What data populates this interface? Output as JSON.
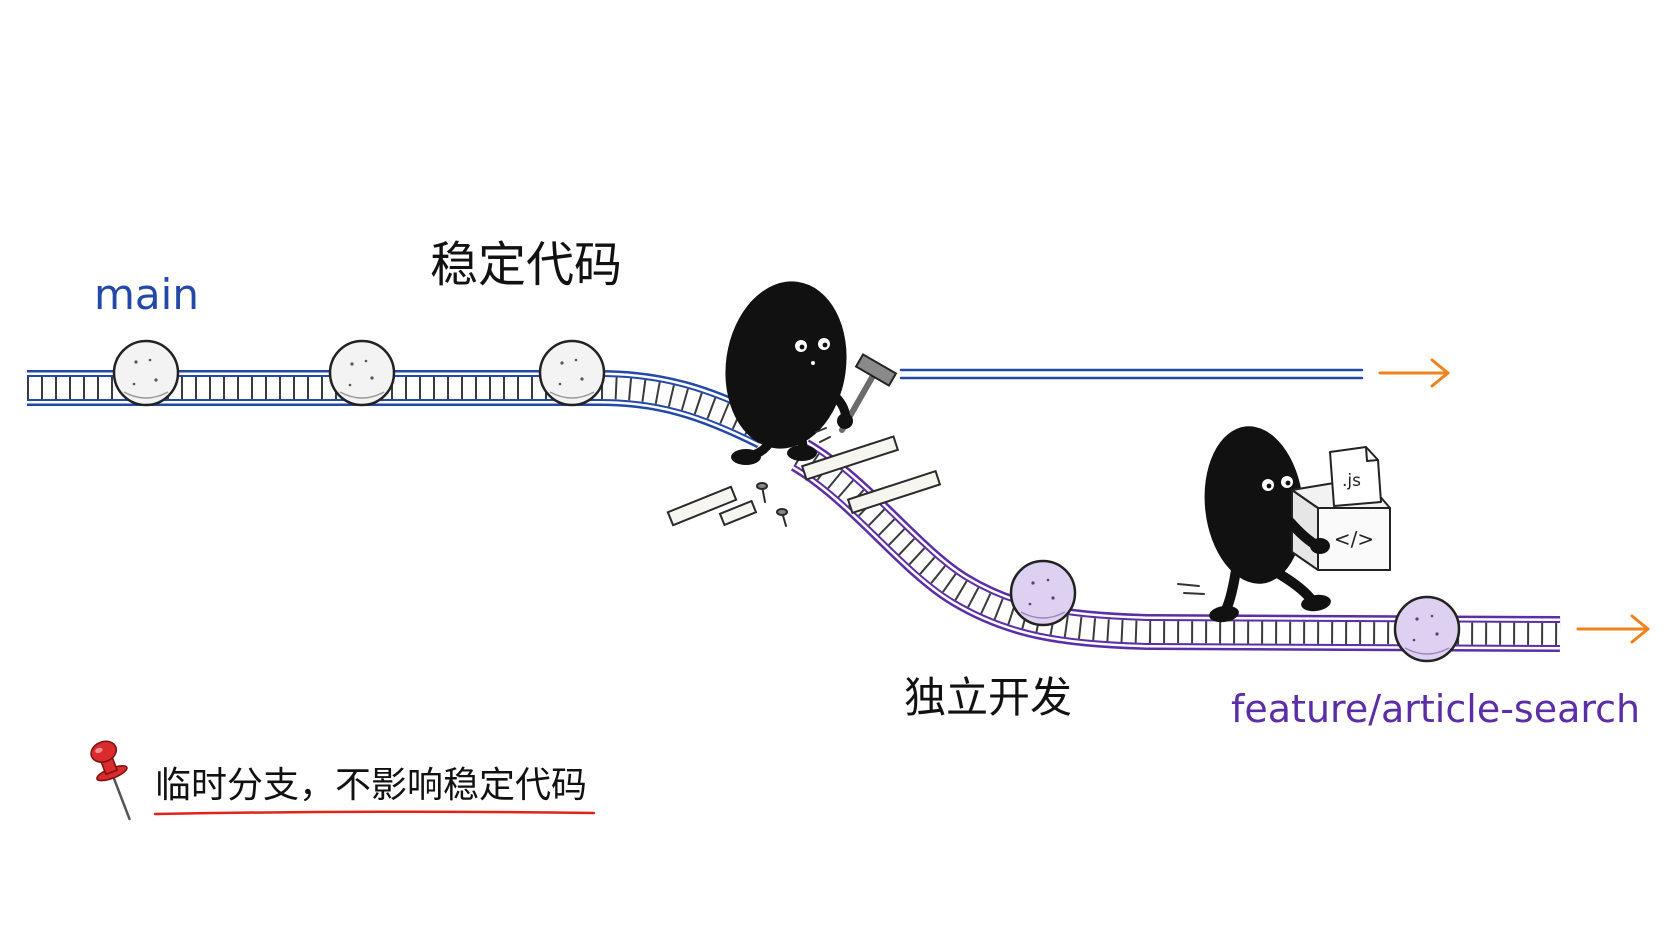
{
  "labels": {
    "main_branch": "main",
    "feature_branch": "feature/article-search",
    "stable_code": "稳定代码",
    "independent_dev": "独立开发"
  },
  "note": {
    "text": "临时分支，不影响稳定代码"
  },
  "box": {
    "file_label": ".js",
    "code_label": "</>"
  },
  "colors": {
    "main": "#2448a8",
    "feature": "#5b2ea6",
    "arrow": "#f0821e",
    "underline": "#e3211b",
    "pin": "#d92b2b",
    "character": "#111111"
  },
  "icons": {
    "note": "pushpin-icon",
    "main_arrow": "arrow-right-icon",
    "feature_arrow": "arrow-right-icon",
    "tool": "hammer-icon",
    "file": "file-icon",
    "box": "box-icon"
  }
}
